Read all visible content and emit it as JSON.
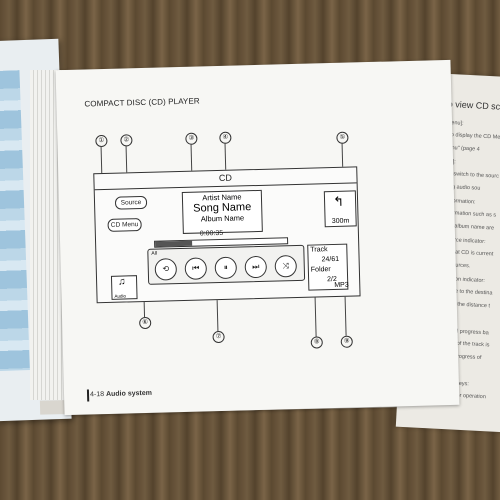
{
  "document": {
    "heading": "COMPACT DISC (CD) PLAYER",
    "footer_page": "4-18",
    "footer_section": "Audio system"
  },
  "callouts": [
    "①",
    "②",
    "③",
    "④",
    "⑤",
    "⑥",
    "⑦",
    "⑧",
    "⑨"
  ],
  "screen": {
    "title": "CD",
    "source_button": "Source",
    "cd_menu_button": "CD Menu",
    "artist": "Artist Name",
    "song": "Song Name",
    "album": "Album Name",
    "time": "0:00:35",
    "progress": 0.28,
    "repeat_mode": "All",
    "controls": [
      {
        "name": "repeat-icon",
        "glyph": "⟲"
      },
      {
        "name": "previous-track-icon",
        "glyph": "⏮"
      },
      {
        "name": "pause-icon",
        "glyph": "⏸"
      },
      {
        "name": "next-track-icon",
        "glyph": "⏭"
      },
      {
        "name": "shuffle-icon",
        "glyph": "⤨"
      }
    ],
    "direction_distance": "300m",
    "track_label": "Track",
    "track_value": "24/61",
    "folder_label": "Folder",
    "folder_value": "2/2",
    "format": "MP3",
    "audio_label": "Audio"
  },
  "right_page": {
    "title": "How to view CD scre",
    "items": [
      {
        "num": "①",
        "text": "[CD Menu]:"
      },
      {
        "num": "",
        "text": "Touch to display the CD Me"
      },
      {
        "num": "",
        "text": "\"CD Menu\" (page 4"
      },
      {
        "num": "②",
        "text": "[Source]:"
      },
      {
        "num": "",
        "text": "Touch to switch to the sourc"
      },
      {
        "num": "",
        "text": "\"Selecting audio sou"
      },
      {
        "num": "③",
        "text": "Track information:"
      },
      {
        "num": "",
        "text": "Track information such as s"
      },
      {
        "num": "",
        "text": "name and album name are"
      },
      {
        "num": "④",
        "text": "Audio source indicator:"
      },
      {
        "num": "",
        "text": "Indicates that CD is current"
      },
      {
        "num": "",
        "text": "available sources."
      },
      {
        "num": "⑤",
        "text": "Turn direction indicator:"
      },
      {
        "num": "",
        "text": "When a route to the destina"
      },
      {
        "num": "",
        "text": "direction and the distance t"
      },
      {
        "num": "",
        "text": "displayed."
      },
      {
        "num": "⑥",
        "text": "Play time and progress ba"
      },
      {
        "num": "",
        "text": "The play time of the track is"
      },
      {
        "num": "",
        "text": "indicates the progress of"
      },
      {
        "num": "",
        "text": "track."
      },
      {
        "num": "⑦",
        "text": "CD operation keys:"
      },
      {
        "num": "",
        "text": "Touch an icon for operation"
      }
    ]
  }
}
